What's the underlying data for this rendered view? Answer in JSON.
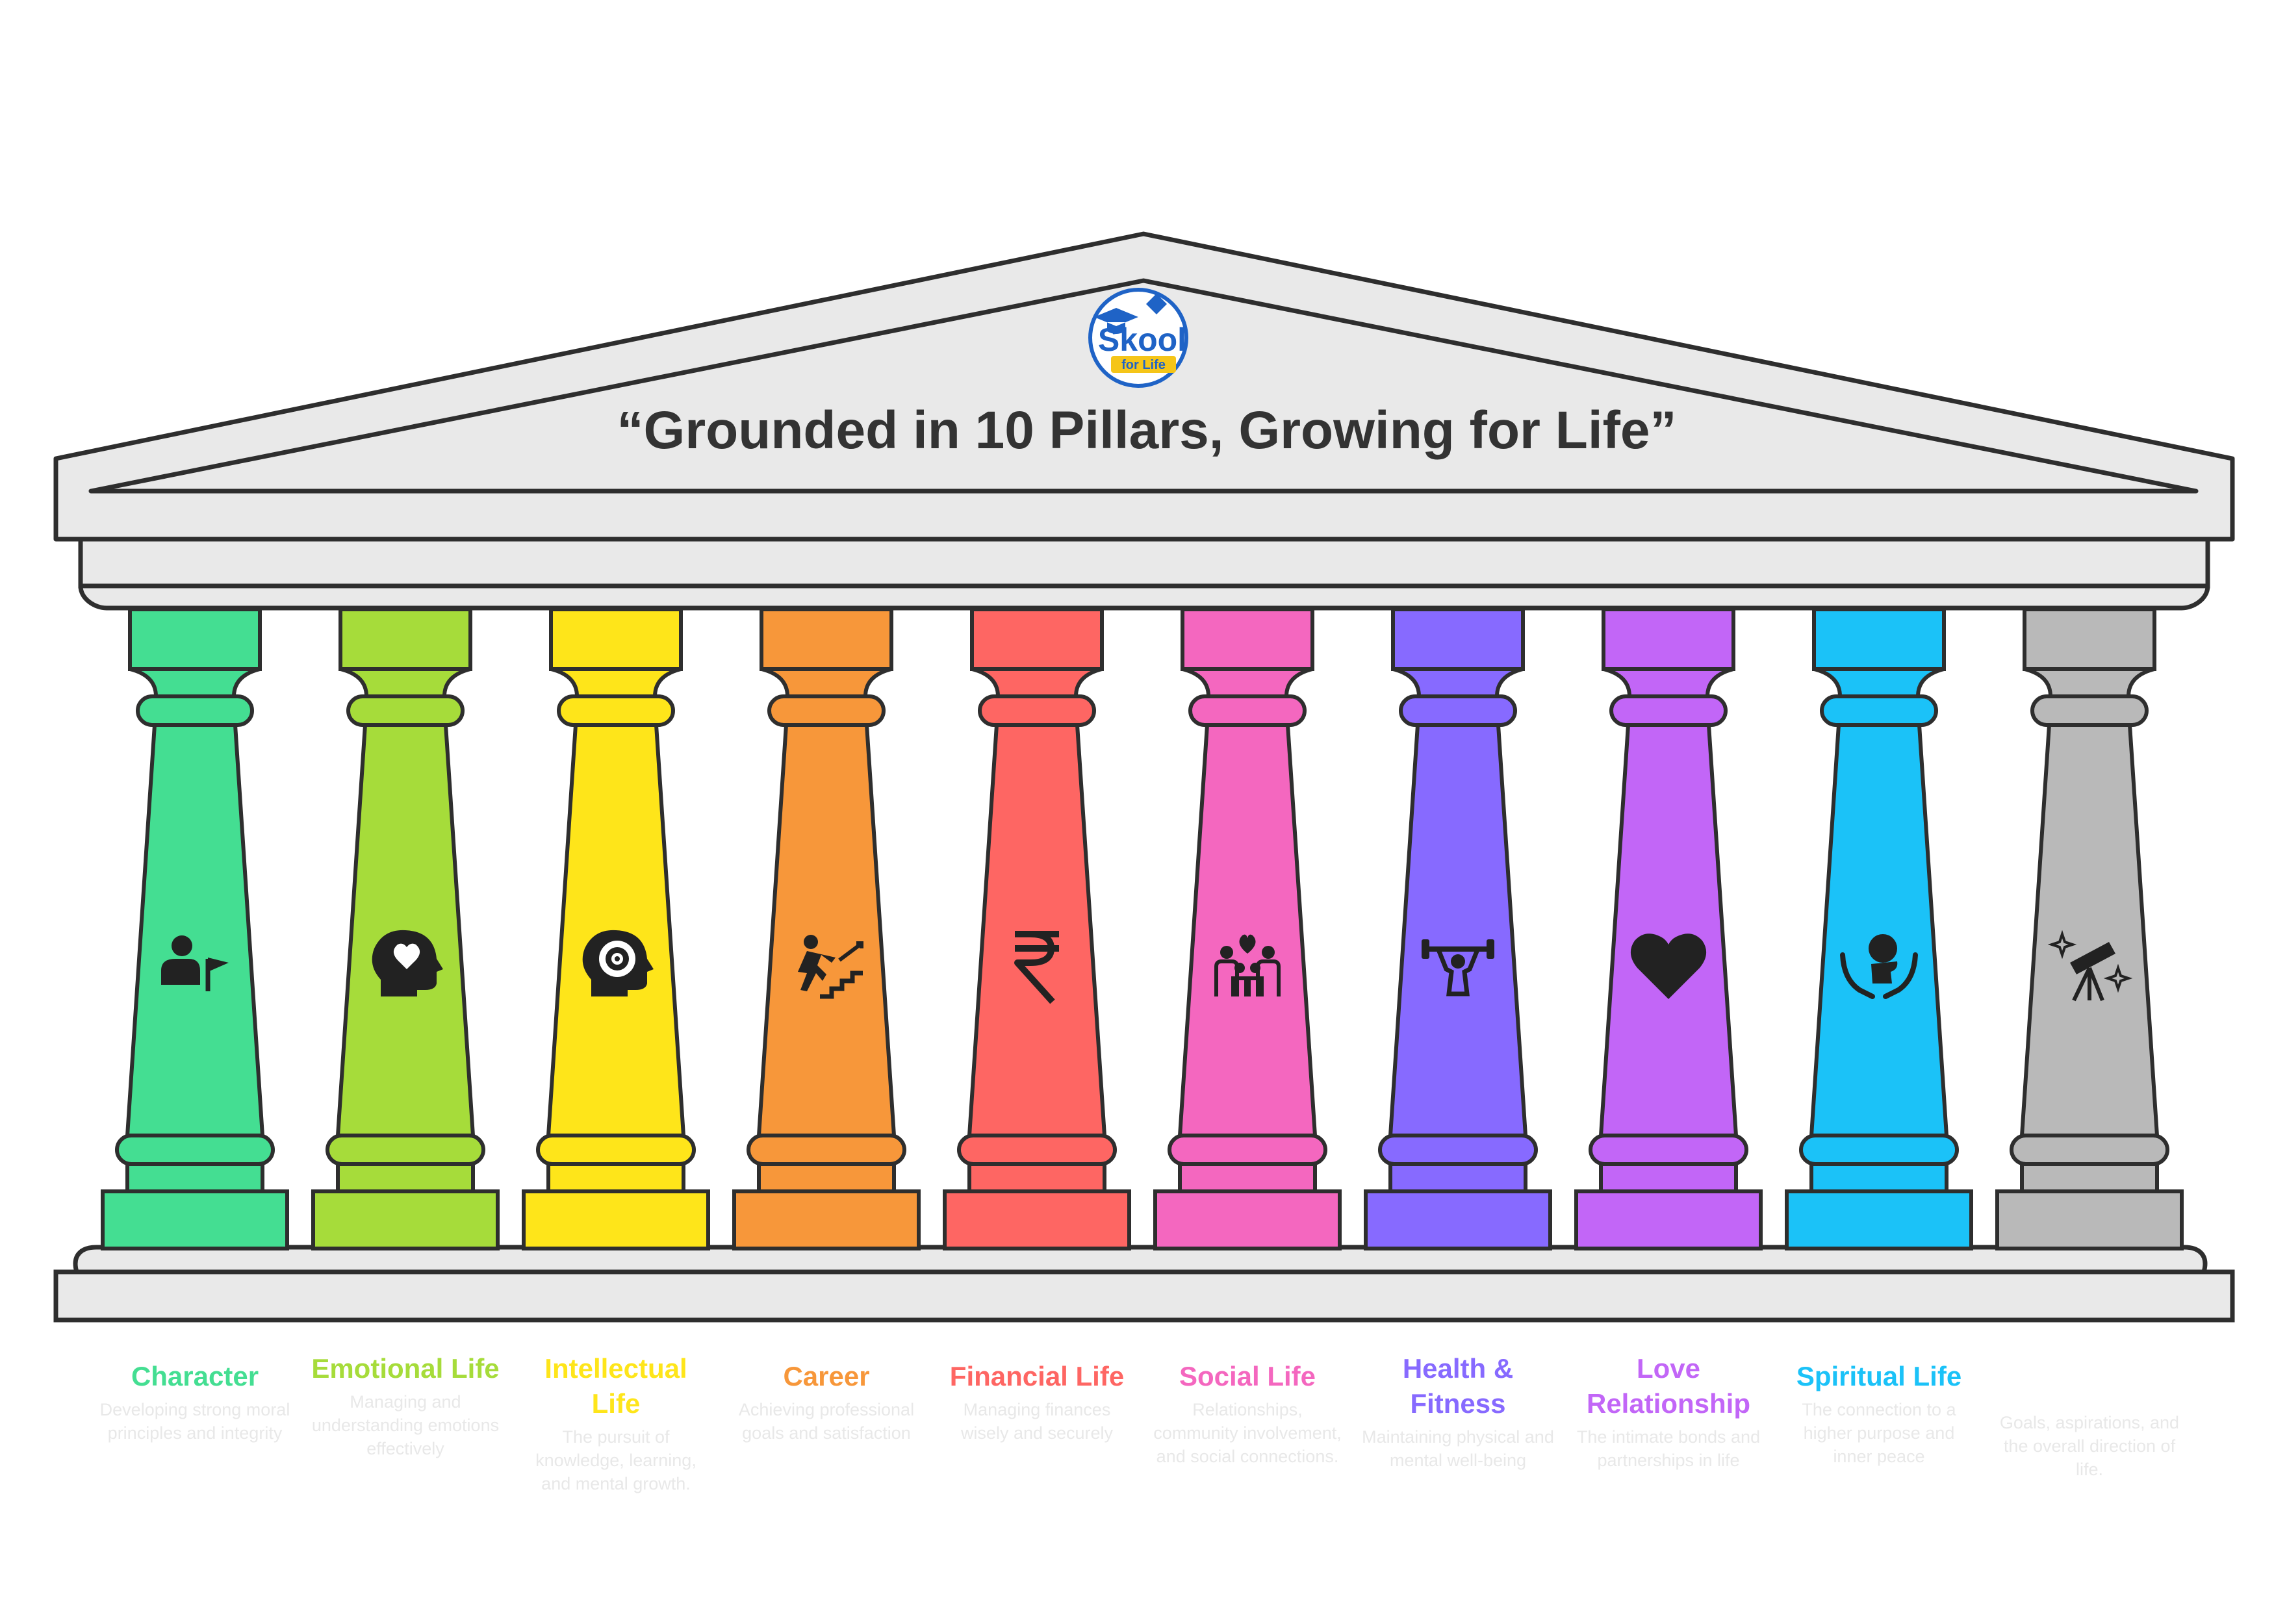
{
  "headline": "“Grounded in 10 Pillars, Growing for Life”",
  "logo": {
    "main": "Skool",
    "sub": "for Life",
    "icon": "graduation-cap-kite-icon"
  },
  "colors": {
    "outline": "#2e2e2e",
    "roof": "#e9e9e9",
    "desc_text": "#e8e8e8",
    "logo_blue": "#1f63c6",
    "logo_yellow": "#f5c518"
  },
  "pillars": [
    {
      "title": "Character",
      "description": "Developing strong moral principles and integrity",
      "color": "#44de92",
      "icon": "person-flag-icon"
    },
    {
      "title": "Emotional Life",
      "description": "Managing and understanding emotions effectively",
      "color": "#a6dc3a",
      "icon": "head-heart-icon"
    },
    {
      "title": "Intellectual Life",
      "description": "The pursuit of knowledge, learning, and mental growth.",
      "color": "#fee51a",
      "icon": "head-target-icon"
    },
    {
      "title": "Career",
      "description": "Achieving professional goals and satisfaction",
      "color": "#f7973a",
      "icon": "person-climbing-stairs-icon"
    },
    {
      "title": "Financial Life",
      "description": "Managing finances wisely and securely",
      "color": "#fe6663",
      "icon": "rupee-icon"
    },
    {
      "title": "Social Life",
      "description": "Relationships, community involvement, and social connections.",
      "color": "#f467bf",
      "icon": "family-heart-icon"
    },
    {
      "title": "Health & Fitness",
      "description": "Maintaining physical and mental well-being",
      "color": "#876aff",
      "icon": "weightlifter-icon"
    },
    {
      "title": "Love Relationship",
      "description": "The intimate bonds and partnerships in life",
      "color": "#c266f7",
      "icon": "heart-icon"
    },
    {
      "title": "Spiritual Life",
      "description": "The connection to a higher purpose and inner peace",
      "color": "#1bc2f8",
      "icon": "hands-head-icon"
    },
    {
      "title": "",
      "description": "Goals, aspirations, and the overall direction of life.",
      "color": "#b9b9b9",
      "icon": "telescope-stars-icon"
    }
  ]
}
